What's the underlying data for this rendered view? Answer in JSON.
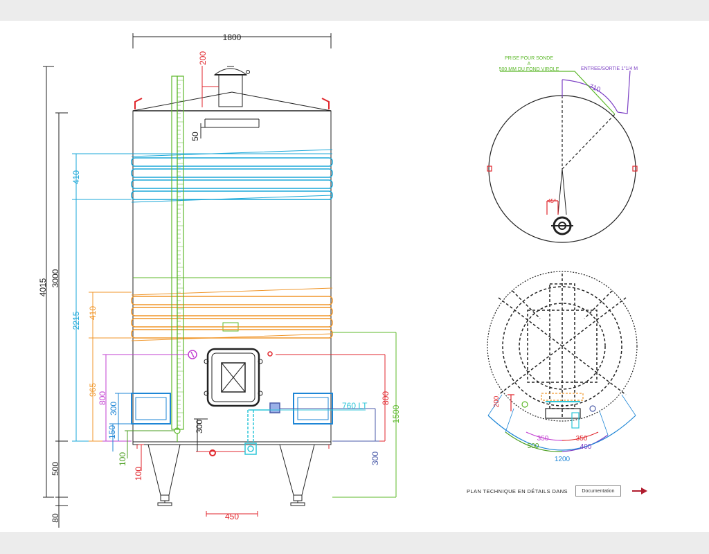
{
  "colors": {
    "outline": "#222222",
    "cooling_top": "#1aa7d8",
    "cooling_bottom": "#f0962a",
    "green": "#5cb82a",
    "lime": "#8bc34a",
    "red": "#e0262c",
    "magenta": "#c23fd1",
    "purple": "#7b3fc4",
    "cyan": "#2cc6d8",
    "blue": "#1e86d6",
    "dark_green": "#4a9e1f",
    "steel_blue": "#4a5aa8",
    "orange": "#e88a1a"
  },
  "elevation": {
    "width_total": "1800",
    "top_fitting": "200",
    "top_gap": "50",
    "overall_height": "4015",
    "shell_height": "3000",
    "height_2215": "2215",
    "top_coil": "410",
    "bottom_coil": "410",
    "dim_965": "965",
    "dim_800_left": "800",
    "dim_300_left": "300",
    "dim_150": "150",
    "dim_100_green": "100",
    "dim_100_red": "100",
    "leg_height": "500",
    "foot_height": "80",
    "dim_300_center": "300",
    "dim_450": "450",
    "volume": "760 LT",
    "dim_800_right": "800",
    "dim_1500": "1500",
    "dim_300_right": "300"
  },
  "top_view": {
    "probe_line1": "PRISE POUR SONDE",
    "probe_line2": "A",
    "probe_line3": "500 MM DU FOND VIROLE",
    "inlet_label": "ENTREE/SORTIE 1\"1/4 M",
    "arc_710": "710",
    "angle_45": "45°"
  },
  "bottom_view": {
    "dim_200": "200",
    "dim_350_left": "350",
    "dim_350_right": "350",
    "dim_500": "500",
    "dim_400": "400",
    "dim_1200": "1200"
  },
  "footer": {
    "text": "PLAN TECHNIQUE EN DÉTAILS DANS",
    "button": "Documentation"
  }
}
